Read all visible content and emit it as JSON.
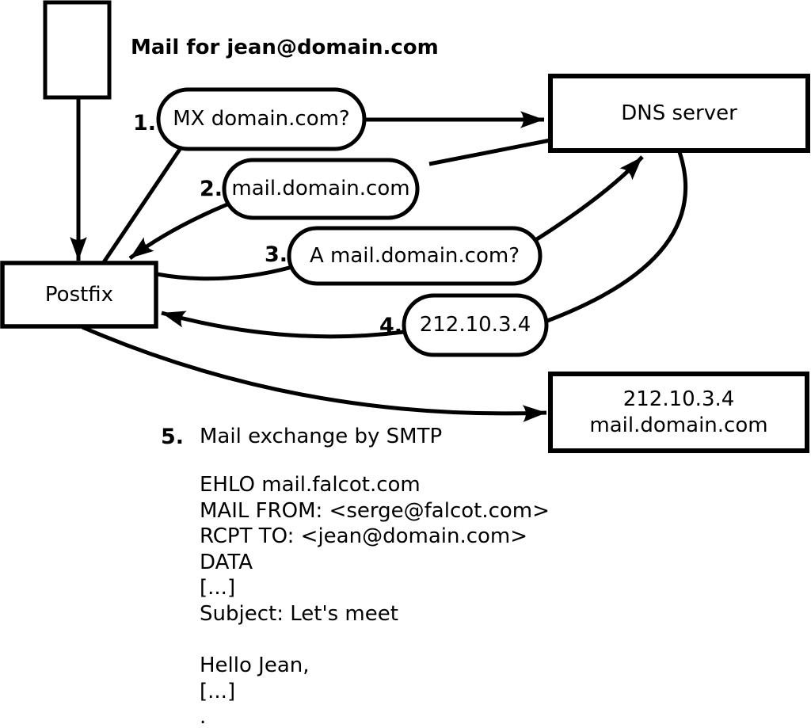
{
  "diagram": {
    "title": "Mail for jean@domain.com",
    "nodes": {
      "postfix": {
        "label": "Postfix"
      },
      "dns": {
        "label": "DNS server"
      },
      "mailserver": {
        "line1": "212.10.3.4",
        "line2": "mail.domain.com"
      }
    },
    "steps": [
      {
        "num": "1.",
        "label": "MX domain.com?"
      },
      {
        "num": "2.",
        "label": "mail.domain.com"
      },
      {
        "num": "3.",
        "label": "A mail.domain.com?"
      },
      {
        "num": "4.",
        "label": "212.10.3.4"
      },
      {
        "num": "5.",
        "label": "Mail exchange by SMTP"
      }
    ],
    "smtp": {
      "lines": [
        "EHLO mail.falcot.com",
        "MAIL FROM: <serge@falcot.com>",
        "RCPT TO: <jean@domain.com>",
        "DATA",
        "[...]",
        "Subject: Let's meet",
        "",
        "Hello Jean,",
        "[...]",
        "."
      ]
    },
    "colors": {
      "stroke": "#000000",
      "fill": "#ffffff",
      "background": "#ffffff"
    }
  }
}
